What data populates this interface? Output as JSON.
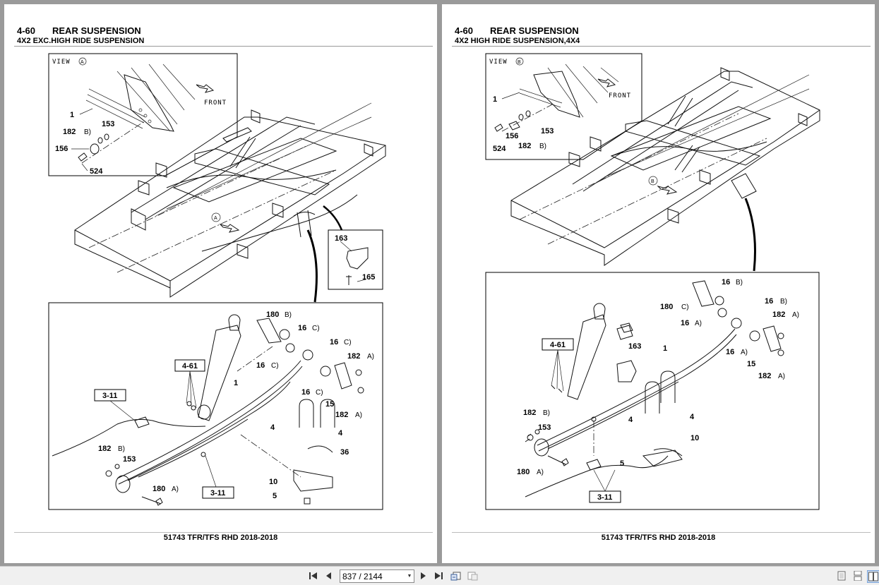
{
  "pages": [
    {
      "section": "4-60",
      "title": "REAR SUSPENSION",
      "subtitle": "4X2 EXC.HIGH RIDE SUSPENSION",
      "footer": "51743 TFR/TFS RHD 2018-2018",
      "view_label": "VIEW",
      "view_mark": "A",
      "front_label": "FRONT",
      "frame_mark": "A",
      "callouts": {
        "c1": {
          "num": "1"
        },
        "c153": {
          "num": "153"
        },
        "c182": {
          "num": "182",
          "suffix": "B)"
        },
        "c156": {
          "num": "156"
        },
        "c524": {
          "num": "524"
        },
        "c163": {
          "num": "163"
        },
        "c165": {
          "num": "165"
        },
        "c180a": {
          "num": "180",
          "suffix": "B)"
        },
        "c16a": {
          "num": "16",
          "suffix": "C)"
        },
        "c16b": {
          "num": "16",
          "suffix": "C)"
        },
        "c182b": {
          "num": "182",
          "suffix": "A)"
        },
        "c16c": {
          "num": "16",
          "suffix": "C)"
        },
        "c16d": {
          "num": "16",
          "suffix": "C)"
        },
        "c15": {
          "num": "15"
        },
        "c182c": {
          "num": "182",
          "suffix": "A)"
        },
        "c1b": {
          "num": "1"
        },
        "c4a": {
          "num": "4"
        },
        "c4b": {
          "num": "4"
        },
        "c36": {
          "num": "36"
        },
        "c182d": {
          "num": "182",
          "suffix": "B)"
        },
        "c153b": {
          "num": "153"
        },
        "c180b": {
          "num": "180",
          "suffix": "A)"
        },
        "c10": {
          "num": "10"
        },
        "c5": {
          "num": "5"
        }
      },
      "refs": {
        "r461": "4-61",
        "r311a": "3-11",
        "r311b": "3-11"
      }
    },
    {
      "section": "4-60",
      "title": "REAR SUSPENSION",
      "subtitle": "4X2 HIGH RIDE SUSPENSION,4X4",
      "footer": "51743 TFR/TFS RHD 2018-2018",
      "view_label": "VIEW",
      "view_mark": "B",
      "front_label": "FRONT",
      "frame_mark": "B",
      "callouts": {
        "c1": {
          "num": "1"
        },
        "c156": {
          "num": "156"
        },
        "c153": {
          "num": "153"
        },
        "c524": {
          "num": "524"
        },
        "c182": {
          "num": "182",
          "suffix": "B)"
        },
        "c16a": {
          "num": "16",
          "suffix": "B)"
        },
        "c180a": {
          "num": "180",
          "suffix": "C)"
        },
        "c16b": {
          "num": "16",
          "suffix": "B)"
        },
        "c182a": {
          "num": "182",
          "suffix": "A)"
        },
        "c16c": {
          "num": "16",
          "suffix": "A)"
        },
        "c163": {
          "num": "163"
        },
        "c1b": {
          "num": "1"
        },
        "c16d": {
          "num": "16",
          "suffix": "A)"
        },
        "c15": {
          "num": "15"
        },
        "c182b": {
          "num": "182",
          "suffix": "A)"
        },
        "c182c": {
          "num": "182",
          "suffix": "B)"
        },
        "c153b": {
          "num": "153"
        },
        "c4a": {
          "num": "4"
        },
        "c4b": {
          "num": "4"
        },
        "c10": {
          "num": "10"
        },
        "c5": {
          "num": "5"
        },
        "c180b": {
          "num": "180",
          "suffix": "A)"
        }
      },
      "refs": {
        "r461": "4-61",
        "r311": "3-11"
      }
    }
  ],
  "toolbar": {
    "page_indicator": "837 / 2144",
    "icons": [
      "first-page-icon",
      "prev-page-icon",
      "next-page-icon",
      "last-page-icon",
      "back-view-icon",
      "forward-view-icon",
      "single-page-icon",
      "continuous-page-icon",
      "two-page-icon"
    ]
  }
}
